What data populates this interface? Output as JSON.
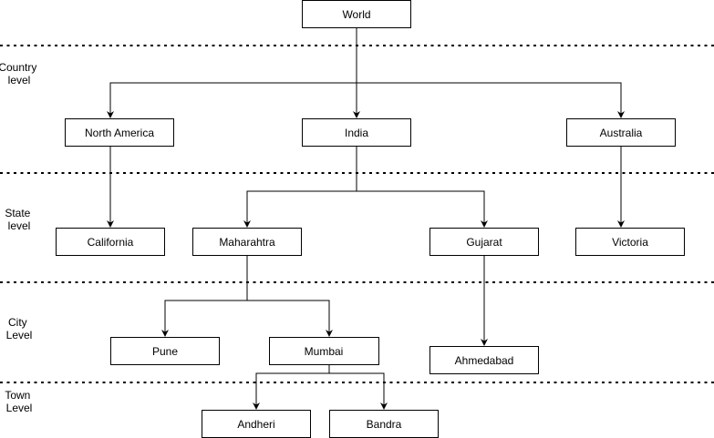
{
  "levels": [
    {
      "id": "country",
      "label_lines": [
        "Country",
        "level"
      ]
    },
    {
      "id": "state",
      "label_lines": [
        "State",
        "level"
      ]
    },
    {
      "id": "city",
      "label_lines": [
        "City",
        "Level"
      ]
    },
    {
      "id": "town",
      "label_lines": [
        "Town",
        "Level"
      ]
    }
  ],
  "nodes": [
    {
      "id": "world",
      "label": "World"
    },
    {
      "id": "north-america",
      "label": "North America"
    },
    {
      "id": "india",
      "label": "India"
    },
    {
      "id": "australia",
      "label": "Australia"
    },
    {
      "id": "california",
      "label": "California"
    },
    {
      "id": "maharahtra",
      "label": "Maharahtra"
    },
    {
      "id": "gujarat",
      "label": "Gujarat"
    },
    {
      "id": "victoria",
      "label": "Victoria"
    },
    {
      "id": "pune",
      "label": "Pune"
    },
    {
      "id": "mumbai",
      "label": "Mumbai"
    },
    {
      "id": "ahmedabad",
      "label": "Ahmedabad"
    },
    {
      "id": "andheri",
      "label": "Andheri"
    },
    {
      "id": "bandra",
      "label": "Bandra"
    }
  ],
  "edges": [
    {
      "from": "world",
      "to": "north-america"
    },
    {
      "from": "world",
      "to": "india"
    },
    {
      "from": "world",
      "to": "australia"
    },
    {
      "from": "north-america",
      "to": "california"
    },
    {
      "from": "india",
      "to": "maharahtra"
    },
    {
      "from": "india",
      "to": "gujarat"
    },
    {
      "from": "australia",
      "to": "victoria"
    },
    {
      "from": "maharahtra",
      "to": "pune"
    },
    {
      "from": "maharahtra",
      "to": "mumbai"
    },
    {
      "from": "gujarat",
      "to": "ahmedabad"
    },
    {
      "from": "mumbai",
      "to": "andheri"
    },
    {
      "from": "mumbai",
      "to": "bandra"
    }
  ]
}
